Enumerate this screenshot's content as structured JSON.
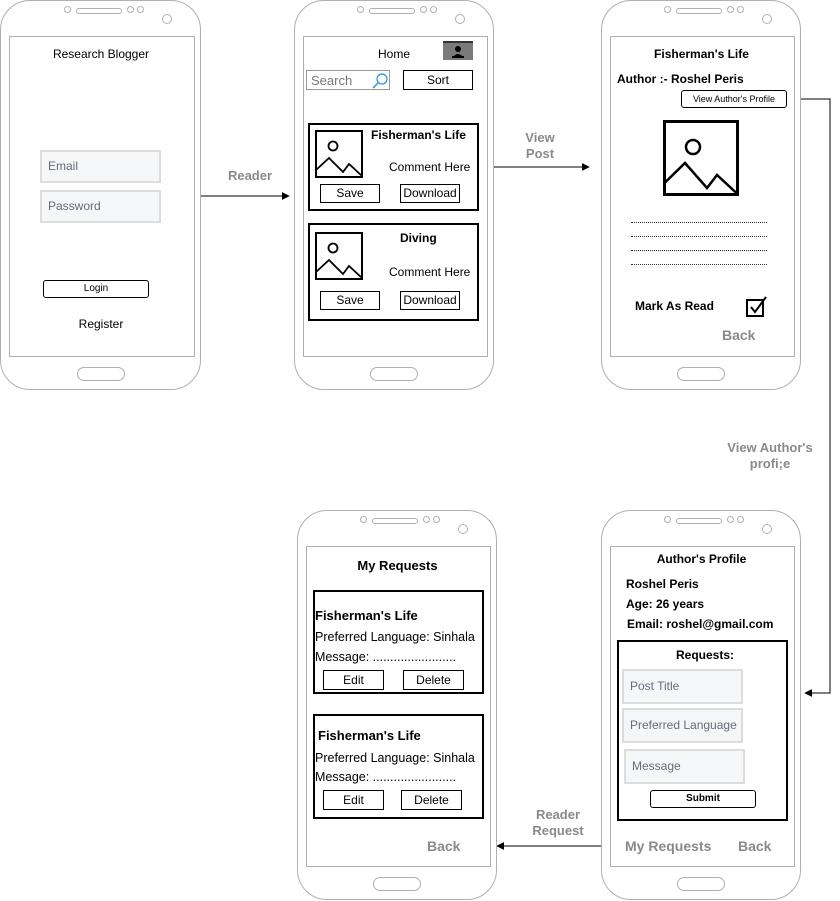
{
  "arrows": {
    "reader": "Reader",
    "view_post": "View\nPost",
    "view_author_profile": "View Author's\nprofi;e",
    "reader_request": "Reader\nRequest"
  },
  "login_screen": {
    "title": "Research Blogger",
    "email_placeholder": "Email",
    "password_placeholder": "Password",
    "login_label": "Login",
    "register_label": "Register"
  },
  "home_screen": {
    "title": "Home",
    "search_placeholder": "Search",
    "sort_label": "Sort",
    "posts": [
      {
        "title": "Fisherman's Life",
        "comment": "Comment Here",
        "save": "Save",
        "download": "Download"
      },
      {
        "title": "Diving",
        "comment": "Comment Here",
        "save": "Save",
        "download": "Download"
      }
    ]
  },
  "post_screen": {
    "title": "Fisherman's Life",
    "author": "Author :- Roshel Peris",
    "view_profile_label": "View Author's Profile",
    "mark_as_read": "Mark As Read",
    "back": "Back"
  },
  "author_screen": {
    "title": "Author's Profile",
    "name": "Roshel Peris",
    "age": "Age: 26 years",
    "email": "Email: roshel@gmail.com",
    "requests_title": "Requests:",
    "post_title_placeholder": "Post Title",
    "language_placeholder": "Preferred Language",
    "message_placeholder": "Message",
    "submit_label": "Submit",
    "my_requests": "My Requests",
    "back": "Back"
  },
  "requests_screen": {
    "title": "My Requests",
    "requests": [
      {
        "title": "Fisherman's Life",
        "language": "Preferred Language: Sinhala",
        "message": "Message: ........................",
        "edit": "Edit",
        "delete": "Delete"
      },
      {
        "title": "Fisherman's Life",
        "language": "Preferred Language: Sinhala",
        "message": "Message: ........................",
        "edit": "Edit",
        "delete": "Delete"
      }
    ],
    "back": "Back"
  }
}
